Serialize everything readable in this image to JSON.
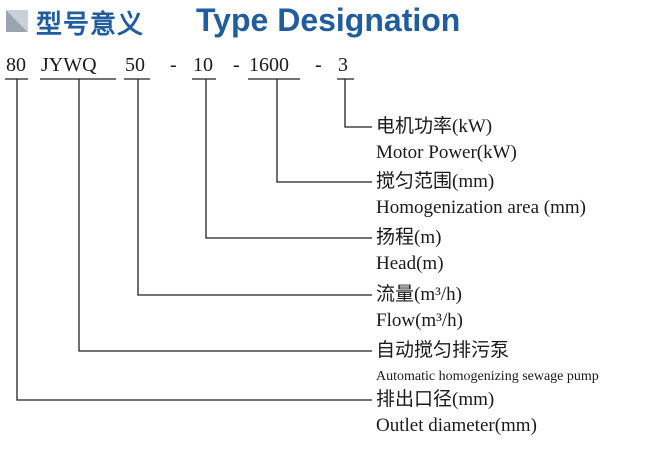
{
  "header": {
    "icon": "triangle-corner-icon",
    "title_cn": "型号意义",
    "title_en": "Type Designation",
    "accent_color": "#1f5d9f"
  },
  "model_code": {
    "parts": [
      "80",
      "JYWQ",
      "50",
      "-",
      "10",
      "-",
      "1600",
      "-",
      "3"
    ]
  },
  "descriptions": [
    {
      "cn": "电机功率(kW)",
      "en": "Motor Power(kW)"
    },
    {
      "cn": "搅匀范围(mm)",
      "en": "Homogenization area (mm)"
    },
    {
      "cn": "扬程(m)",
      "en": "Head(m)"
    },
    {
      "cn": "流量(m³/h)",
      "en": "Flow(m³/h)"
    },
    {
      "cn": "自动搅匀排污泵",
      "en": "Automatic homogenizing sewage pump"
    },
    {
      "cn": "排出口径(mm)",
      "en": "Outlet diameter(mm)"
    }
  ]
}
